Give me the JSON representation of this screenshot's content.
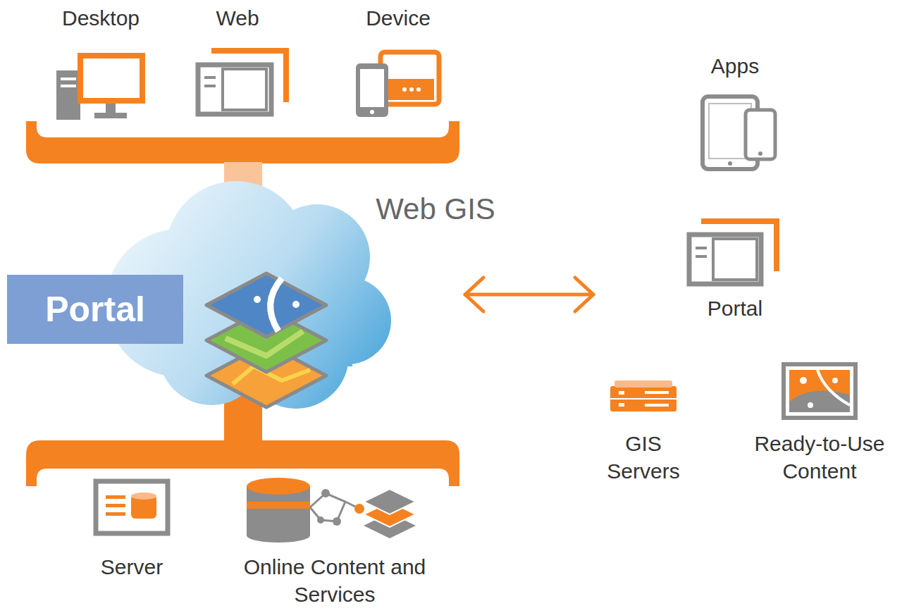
{
  "diagram": {
    "nodes": [
      {
        "text": [
          "Portal"
        ]
      }
    ],
    "labels": [
      "Desktop",
      "Web",
      "Device",
      "Web GIS",
      "Server",
      "Online Content and Services",
      "Apps",
      "Portal",
      "GIS Servers",
      "Ready-to-Use Content"
    ]
  }
}
